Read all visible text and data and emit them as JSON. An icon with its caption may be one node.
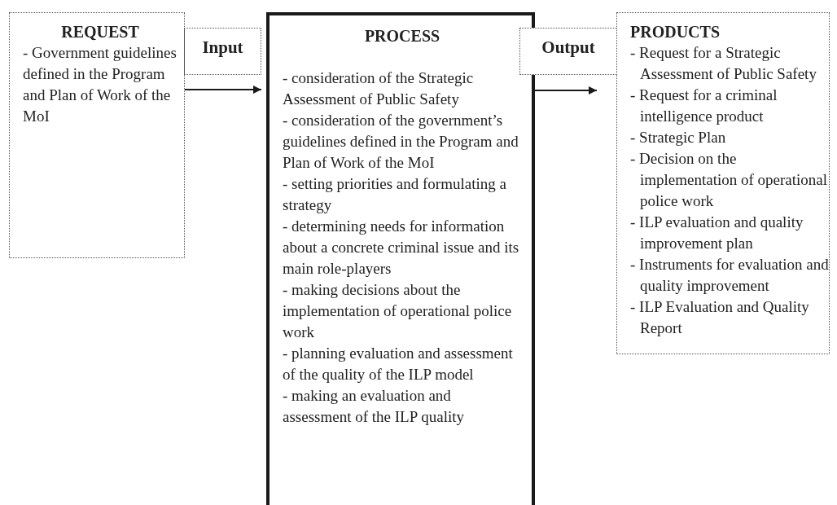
{
  "diagram": {
    "nodes": [
      {
        "text": [
          "REQUEST",
          "- Government guidelines defined in the Program and Plan of Work of the MoI"
        ]
      },
      {
        "text": [
          "Input"
        ]
      },
      {
        "text": [
          "PROCESS",
          "- consideration of the Strategic Assessment of Public Safety",
          "- consideration of the government’s guidelines defined in the Program and Plan of Work of the MoI",
          "- setting priorities and formulating a strategy",
          "- determining needs for information about a concrete criminal issue and its main role-players",
          "- making decisions about the implementation of operational police work",
          "- planning evaluation and assessment of the quality of the ILP model",
          "- making an evaluation and assessment of the ILP quality"
        ]
      },
      {
        "text": [
          "Output"
        ]
      },
      {
        "text": [
          "PRODUCTS",
          "- Request for a Strategic Assessment of Public Safety",
          "- Request for a criminal intelligence product",
          "- Strategic Plan",
          "- Decision on the implementation of operational police work",
          "- ILP evaluation and quality improvement plan",
          "- Instruments for evaluation and quality improvement",
          "- ILP Evaluation and Quality Report"
        ]
      }
    ],
    "edges": [
      {
        "from": 0,
        "to": 2,
        "arrow": "to"
      },
      {
        "from": 2,
        "to": 4,
        "arrow": "to"
      }
    ]
  }
}
